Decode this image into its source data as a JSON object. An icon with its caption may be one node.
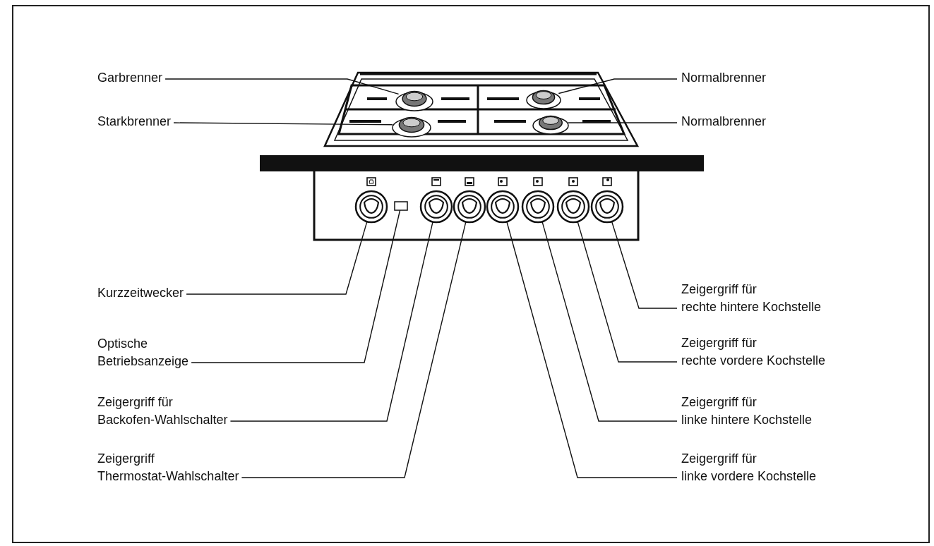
{
  "diagram": {
    "nodes": [
      {
        "text": [
          "Garbrenner"
        ]
      },
      {
        "text": [
          "Starkbrenner"
        ]
      },
      {
        "text": [
          "Normalbrenner"
        ]
      },
      {
        "text": [
          "Normalbrenner"
        ]
      },
      {
        "text": [
          "Kurzzeitwecker"
        ]
      },
      {
        "text": [
          "Optische Betriebsanzeige"
        ]
      },
      {
        "text": [
          "Zeigergriff für Backofen-Wahlschalter"
        ]
      },
      {
        "text": [
          "Zeigergriff Thermostat-Wahlschalter"
        ]
      },
      {
        "text": [
          "Zeigergriff für rechte hintere Kochstelle"
        ]
      },
      {
        "text": [
          "Zeigergriff für rechte vordere Kochstelle"
        ]
      },
      {
        "text": [
          "Zeigergriff für linke hintere Kochstelle"
        ]
      },
      {
        "text": [
          "Zeigergriff für linke vordere Kochstelle"
        ]
      },
      {
        "text": [],
        "shape": "circle"
      },
      {
        "text": [],
        "shape": "circle"
      },
      {
        "text": [],
        "shape": "circle"
      },
      {
        "text": [],
        "shape": "circle"
      },
      {
        "text": [],
        "shape": "circle"
      },
      {
        "text": [],
        "shape": "box"
      },
      {
        "text": [],
        "shape": "circle"
      },
      {
        "text": [],
        "shape": "circle"
      },
      {
        "text": [],
        "shape": "circle"
      },
      {
        "text": [],
        "shape": "circle"
      },
      {
        "text": [],
        "shape": "circle"
      },
      {
        "text": [],
        "shape": "circle"
      }
    ],
    "edges": [
      {
        "from": 0,
        "to": 12,
        "arrow": "none"
      },
      {
        "from": 2,
        "to": 13,
        "arrow": "none"
      },
      {
        "from": 1,
        "to": 14,
        "arrow": "none"
      },
      {
        "from": 3,
        "to": 15,
        "arrow": "none"
      },
      {
        "from": 4,
        "to": 16,
        "arrow": "none"
      },
      {
        "from": 5,
        "to": 17,
        "arrow": "none"
      },
      {
        "from": 6,
        "to": 18,
        "arrow": "none"
      },
      {
        "from": 7,
        "to": 19,
        "arrow": "none"
      },
      {
        "from": 11,
        "to": 20,
        "arrow": "none"
      },
      {
        "from": 10,
        "to": 21,
        "arrow": "none"
      },
      {
        "from": 9,
        "to": 22,
        "arrow": "none"
      },
      {
        "from": 8,
        "to": 23,
        "arrow": "none"
      }
    ]
  }
}
